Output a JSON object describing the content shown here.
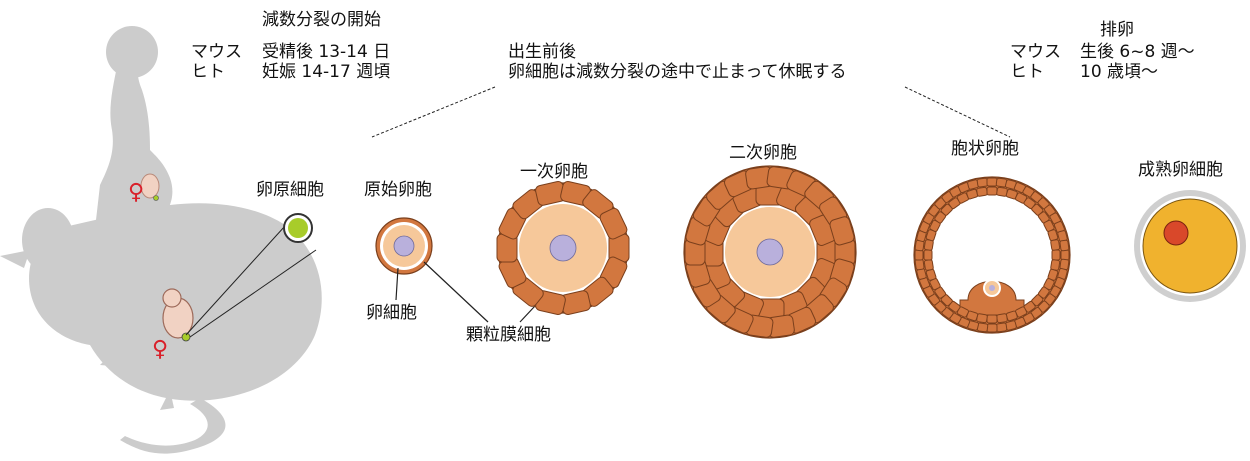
{
  "meiosis_start": {
    "heading": "減数分裂の開始",
    "mouse_label": "マウス",
    "mouse_value": "受精後 13-14 日",
    "human_label": "ヒト",
    "human_value": "妊娠 14-17 週頃"
  },
  "birth_note": {
    "line1": "出生前後",
    "line2": "卵細胞は減数分裂の途中で止まって休眠する"
  },
  "ovulation": {
    "heading": "排卵",
    "mouse_label": "マウス",
    "mouse_value": "生後 6~8 週〜",
    "human_label": "ヒト",
    "human_value": "10 歳頃〜"
  },
  "stages": {
    "oogonium": "卵原細胞",
    "primordial": "原始卵胞",
    "primary": "一次卵胞",
    "secondary": "二次卵胞",
    "antral": "胞状卵胞",
    "mature": "成熟卵細胞"
  },
  "parts": {
    "oocyte": "卵細胞",
    "granulosa": "顆粒膜細胞"
  },
  "symbols": {
    "female": "♀"
  },
  "colors": {
    "silhouette": "#c8c8c8",
    "granulosa": "#d2773f",
    "granulosa_edge": "#7a3f1c",
    "oocyte_cytoplasm": "#f6c89a",
    "nucleus": "#b9b0dc",
    "oogonium": "#a8cc2a",
    "mature_yolk": "#f0b22e",
    "mature_nucleus": "#d9482a",
    "female_symbol": "#d9202a"
  }
}
